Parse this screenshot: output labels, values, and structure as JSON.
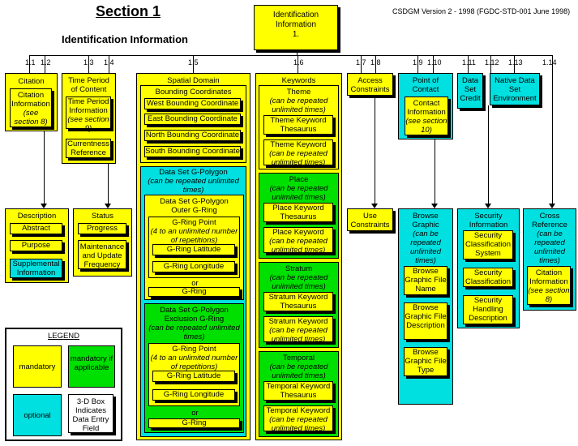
{
  "header": {
    "section_title": "Section 1",
    "subtitle": "Identification Information",
    "version": "CSDGM Version 2 - 1998 (FGDC-STD-001 June 1998)"
  },
  "root": {
    "label": "Identification Information",
    "num": "1."
  },
  "numbers": {
    "n1_1": "1.1",
    "n1_2": "1.2",
    "n1_3": "1.3",
    "n1_4": "1.4",
    "n1_5": "1.5",
    "n1_6": "1.6",
    "n1_7": "1.7",
    "n1_8": "1.8",
    "n1_9": "1.9",
    "n1_10": "1.10",
    "n1_11": "1.11",
    "n1_12": "1.12",
    "n1_13": "1.13",
    "n1_14": "1.14"
  },
  "citation": {
    "title": "Citation",
    "inner": "Citation Information",
    "ref": "(see section 8)"
  },
  "time_period": {
    "title": "Time Period of Content",
    "inner": "Time Period Information",
    "ref": "(see section 9)",
    "currentness": "Currentness Reference"
  },
  "description": {
    "title": "Description",
    "abstract": "Abstract",
    "purpose": "Purpose",
    "supplemental": "Supplemental Information"
  },
  "status": {
    "title": "Status",
    "progress": "Progress",
    "maintenance": "Maintenance and Update Frequency"
  },
  "spatial": {
    "title": "Spatial Domain",
    "bounding": "Bounding Coordinates",
    "west": "West Bounding Coordinate",
    "east": "East Bounding Coordinate",
    "north": "North Bounding Coordinate",
    "south": "South Bounding Coordinate",
    "gpoly_title": "Data Set G-Polygon",
    "repeat": "(can be repeated unlimited times)",
    "outer": "Data Set G-Polygon Outer G-Ring",
    "gring_point": "G-Ring Point",
    "gring_point_note": "(4 to an unlimited number of repetitions)",
    "lat": "G-Ring Latitude",
    "lon": "G-Ring Longitude",
    "or": "or",
    "gring": "G-Ring",
    "exclusion": "Data Set G-Polygon Exclusion G-Ring",
    "exclusion_note": "(can be repeated unlimited times)"
  },
  "keywords": {
    "title": "Keywords",
    "theme": "Theme",
    "theme_thes": "Theme Keyword Thesaurus",
    "theme_kw": "Theme Keyword",
    "place": "Place",
    "place_thes": "Place Keyword Thesaurus",
    "place_kw": "Place Keyword",
    "stratum": "Stratum",
    "stratum_thes": "Stratum Keyword Thesaurus",
    "stratum_kw": "Stratum Keyword",
    "temporal": "Temporal",
    "temporal_thes": "Temporal Keyword Thesaurus",
    "temporal_kw": "Temporal Keyword",
    "repeat": "(can be repeated unlimited times)"
  },
  "access": {
    "title": "Access Constraints"
  },
  "use": {
    "title": "Use Constraints"
  },
  "poc": {
    "title": "Point of Contact",
    "inner": "Contact Information",
    "ref": "(see section 10)"
  },
  "browse": {
    "title": "Browse Graphic",
    "repeat": "(can be repeated unlimited times)",
    "name": "Browse Graphic File Name",
    "desc": "Browse Graphic File Description",
    "type": "Browse Graphic File Type"
  },
  "credit": {
    "title": "Data Set Credit"
  },
  "security": {
    "title": "Security Information",
    "system": "Security Classification System",
    "classification": "Security Classification",
    "handling": "Security Handling Description"
  },
  "native": {
    "title": "Native Data Set Environment"
  },
  "cross": {
    "title": "Cross Reference",
    "repeat": "(can be repeated unlimited times)",
    "inner": "Citation Information",
    "ref": "(see section 8)"
  },
  "legend": {
    "title": "LEGEND",
    "mandatory": "mandatory",
    "mand_if": "mandatory if applicable",
    "optional": "optional",
    "threed": "3-D Box Indicates Data Entry Field"
  },
  "colors": {
    "mandatory": "#ffff00",
    "mandatory_if_applicable": "#00e000",
    "optional": "#00e0e0"
  }
}
